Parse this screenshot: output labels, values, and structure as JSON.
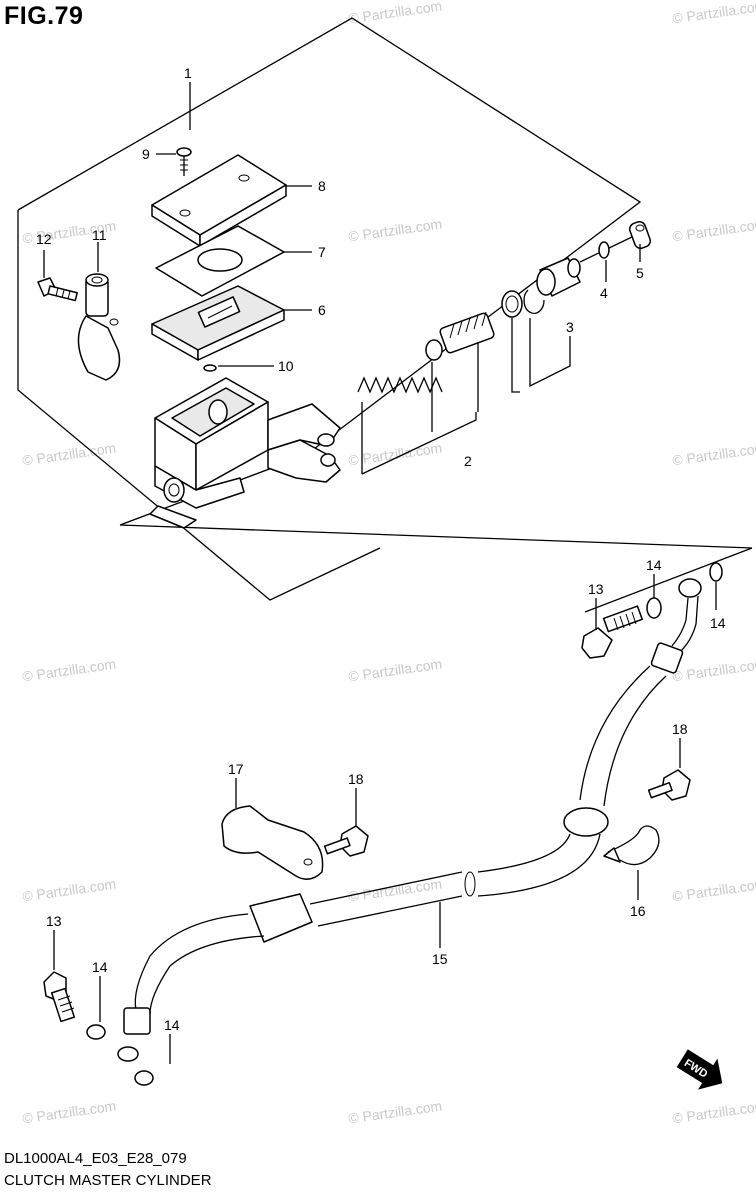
{
  "figure": {
    "title": "FIG.79"
  },
  "footer": {
    "model_code": "DL1000AL4_E03_E28_079",
    "part_name": "CLUTCH MASTER CYLINDER"
  },
  "watermark": {
    "text": "© Partzilla.com"
  },
  "fwd_badge": {
    "text": "FWD"
  },
  "labels": {
    "l1": "1",
    "l2": "2",
    "l3": "3",
    "l4": "4",
    "l5": "5",
    "l6": "6",
    "l7": "7",
    "l8": "8",
    "l9": "9",
    "l10": "10",
    "l11": "11",
    "l12": "12",
    "l13a": "13",
    "l13b": "13",
    "l14a": "14",
    "l14b": "14",
    "l14c": "14",
    "l14d": "14",
    "l15": "15",
    "l16": "16",
    "l17": "17",
    "l18a": "18",
    "l18b": "18"
  },
  "icons": {
    "fwd": "fwd-arrow-icon"
  },
  "colors": {
    "line": "#000000",
    "shade": "#e9e9e9",
    "watermark": "#c9c9c9"
  }
}
